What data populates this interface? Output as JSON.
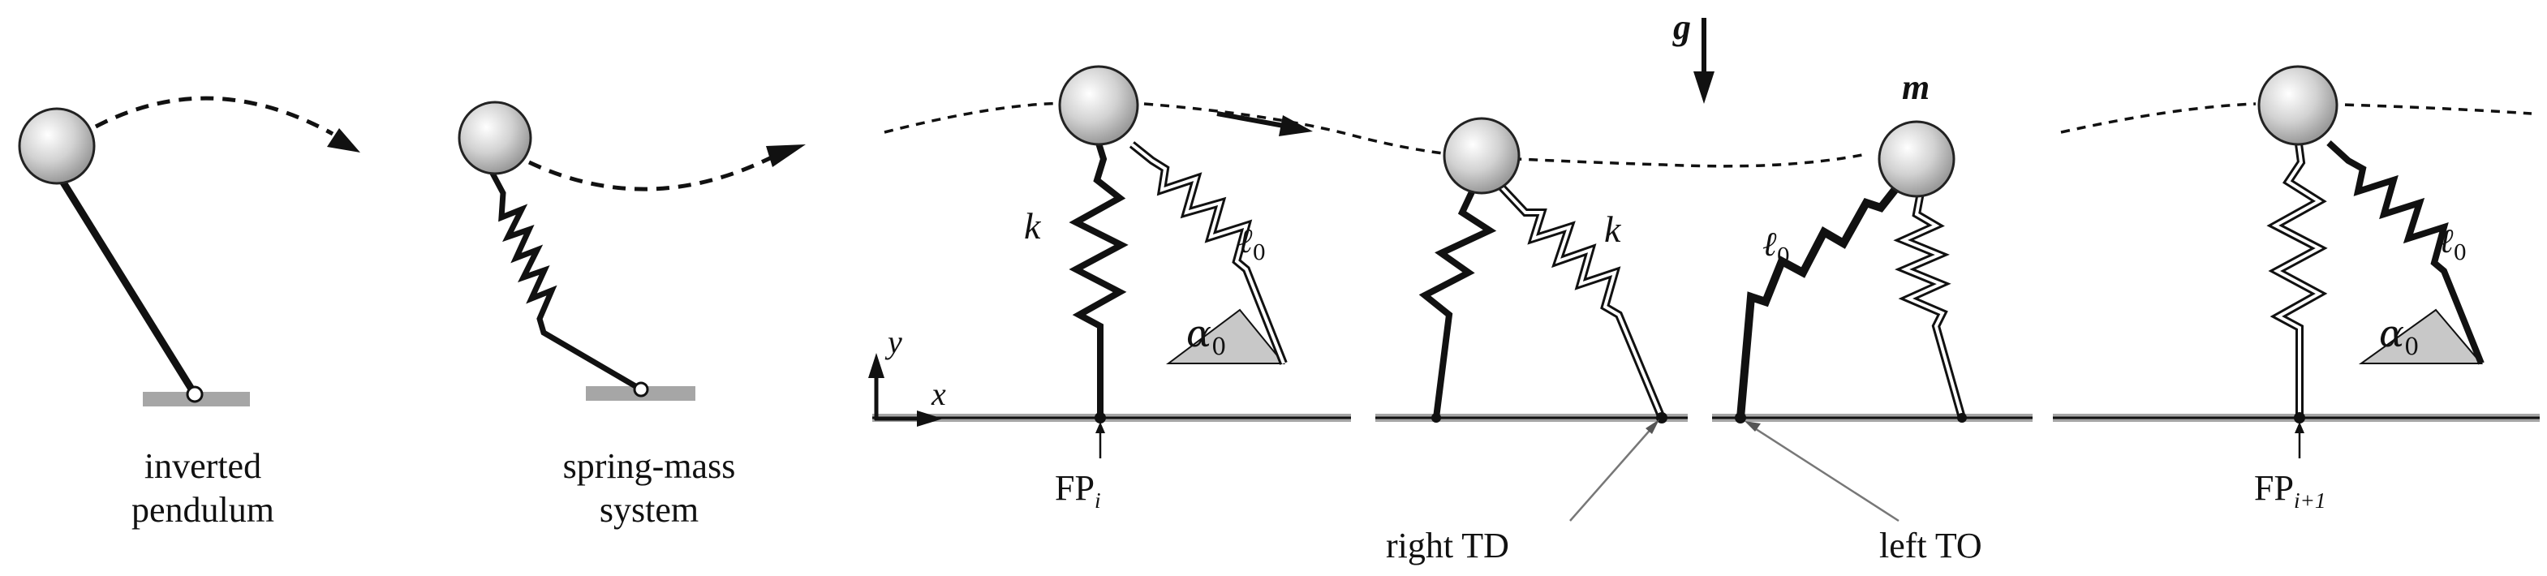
{
  "captions": {
    "inverted": [
      "inverted",
      "pendulum"
    ],
    "springmass": [
      "spring-mass",
      "system"
    ],
    "right_td": "right TD",
    "left_to": "left TO"
  },
  "symbols": {
    "gravity": "g",
    "mass": "m",
    "stiffness": "k",
    "rest_length_letter": "ℓ",
    "rest_length_sub": "0",
    "angle_letter": "α",
    "angle_sub": "0",
    "axis_x": "x",
    "axis_y": "y",
    "fp": "FP",
    "fp_i_sub": "i",
    "fp_next_sub": "i+1"
  },
  "colors": {
    "ink": "#111111",
    "ground": "#a6a6a6",
    "ball": "#d2d2d2",
    "angle_fill": "#c8c8c8"
  }
}
